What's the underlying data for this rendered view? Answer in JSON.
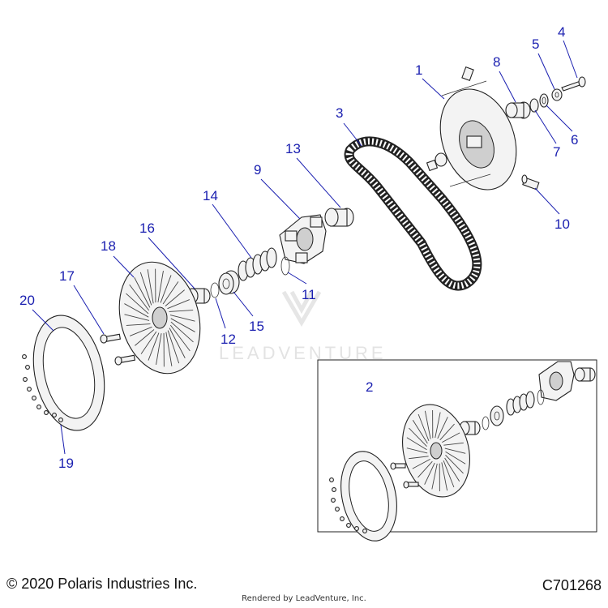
{
  "callouts": {
    "c1": "1",
    "c2": "2",
    "c3": "3",
    "c4": "4",
    "c5": "5",
    "c6": "6",
    "c7": "7",
    "c8": "8",
    "c9": "9",
    "c10": "10",
    "c11": "11",
    "c12": "12",
    "c13": "13",
    "c14": "14",
    "c15": "15",
    "c16": "16",
    "c17": "17",
    "c18": "18",
    "c19": "19",
    "c20": "20"
  },
  "watermark": "LEADVENTURE",
  "footer": {
    "copyright": "© 2020 Polaris Industries Inc.",
    "rendered_by": "Rendered by LeadVenture, Inc.",
    "diagram_code": "C701268"
  },
  "colors": {
    "callout": "#1a1fb0",
    "line": "#222222"
  }
}
